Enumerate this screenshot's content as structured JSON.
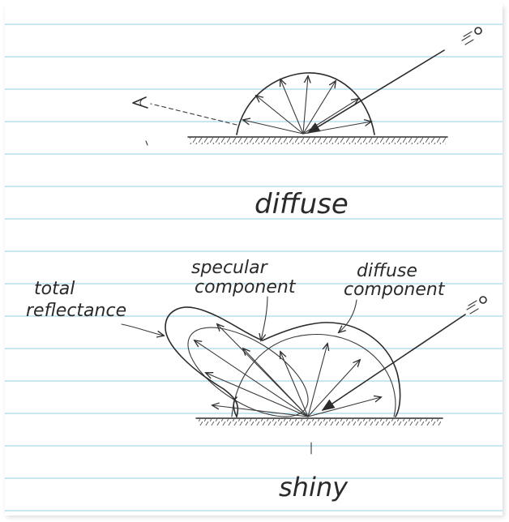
{
  "labels": {
    "diffuse_caption": "diffuse",
    "shiny_caption": "shiny",
    "total_reflectance": [
      "total",
      "reflectance"
    ],
    "specular_component": [
      "specular",
      "component"
    ],
    "diffuse_component": [
      "diffuse",
      "component"
    ]
  },
  "icons": {
    "eye": "eye-icon",
    "light_top": "light-source-icon",
    "light_bottom": "light-source-icon"
  },
  "colors": {
    "paper": "#ffffff",
    "rule_lines": "#a9d7ec",
    "ink": "#2b2b2b",
    "frame_shadow": "#d7dadd"
  }
}
